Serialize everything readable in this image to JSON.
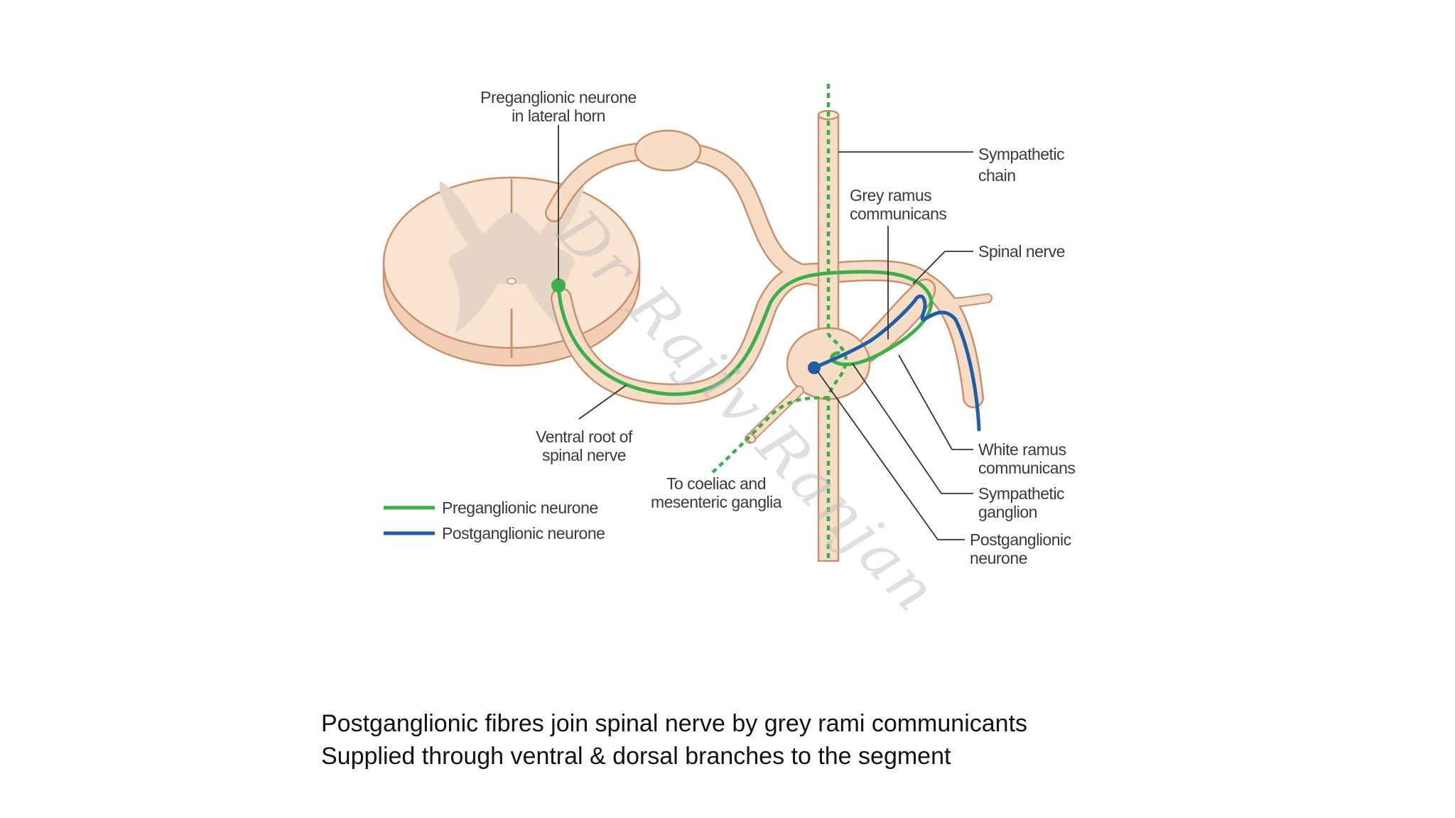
{
  "diagram": {
    "labels": {
      "preganglionic_neurone_lateral_horn_1": "Preganglionic neurone",
      "preganglionic_neurone_lateral_horn_2": "in lateral horn",
      "sympathetic_chain_1": "Sympathetic",
      "sympathetic_chain_2": "chain",
      "grey_ramus_1": "Grey ramus",
      "grey_ramus_2": "communicans",
      "spinal_nerve": "Spinal nerve",
      "white_ramus_1": "White ramus",
      "white_ramus_2": "communicans",
      "sympathetic_ganglion_1": "Sympathetic",
      "sympathetic_ganglion_2": "ganglion",
      "postganglionic_neurone_1": "Postganglionic",
      "postganglionic_neurone_2": "neurone",
      "ventral_root_1": "Ventral root of",
      "ventral_root_2": "spinal nerve",
      "coeliac_1": "To coeliac and",
      "coeliac_2": "mesenteric ganglia"
    },
    "legend": {
      "preganglionic": "Preganglionic neurone",
      "postganglionic": "Postganglionic neurone"
    },
    "watermark": "Dr Rajiv Ranjan",
    "colors": {
      "preganglionic": "#3cae4c",
      "postganglionic": "#1c5fa8",
      "nerve_fill": "#f7dcc6",
      "nerve_outline": "#c8906c",
      "grey_matter": "#e6d5c6"
    }
  },
  "caption": {
    "line1": "Postganglionic fibres join spinal nerve by grey rami communicants",
    "line2": "Supplied through ventral & dorsal branches to the segment"
  }
}
